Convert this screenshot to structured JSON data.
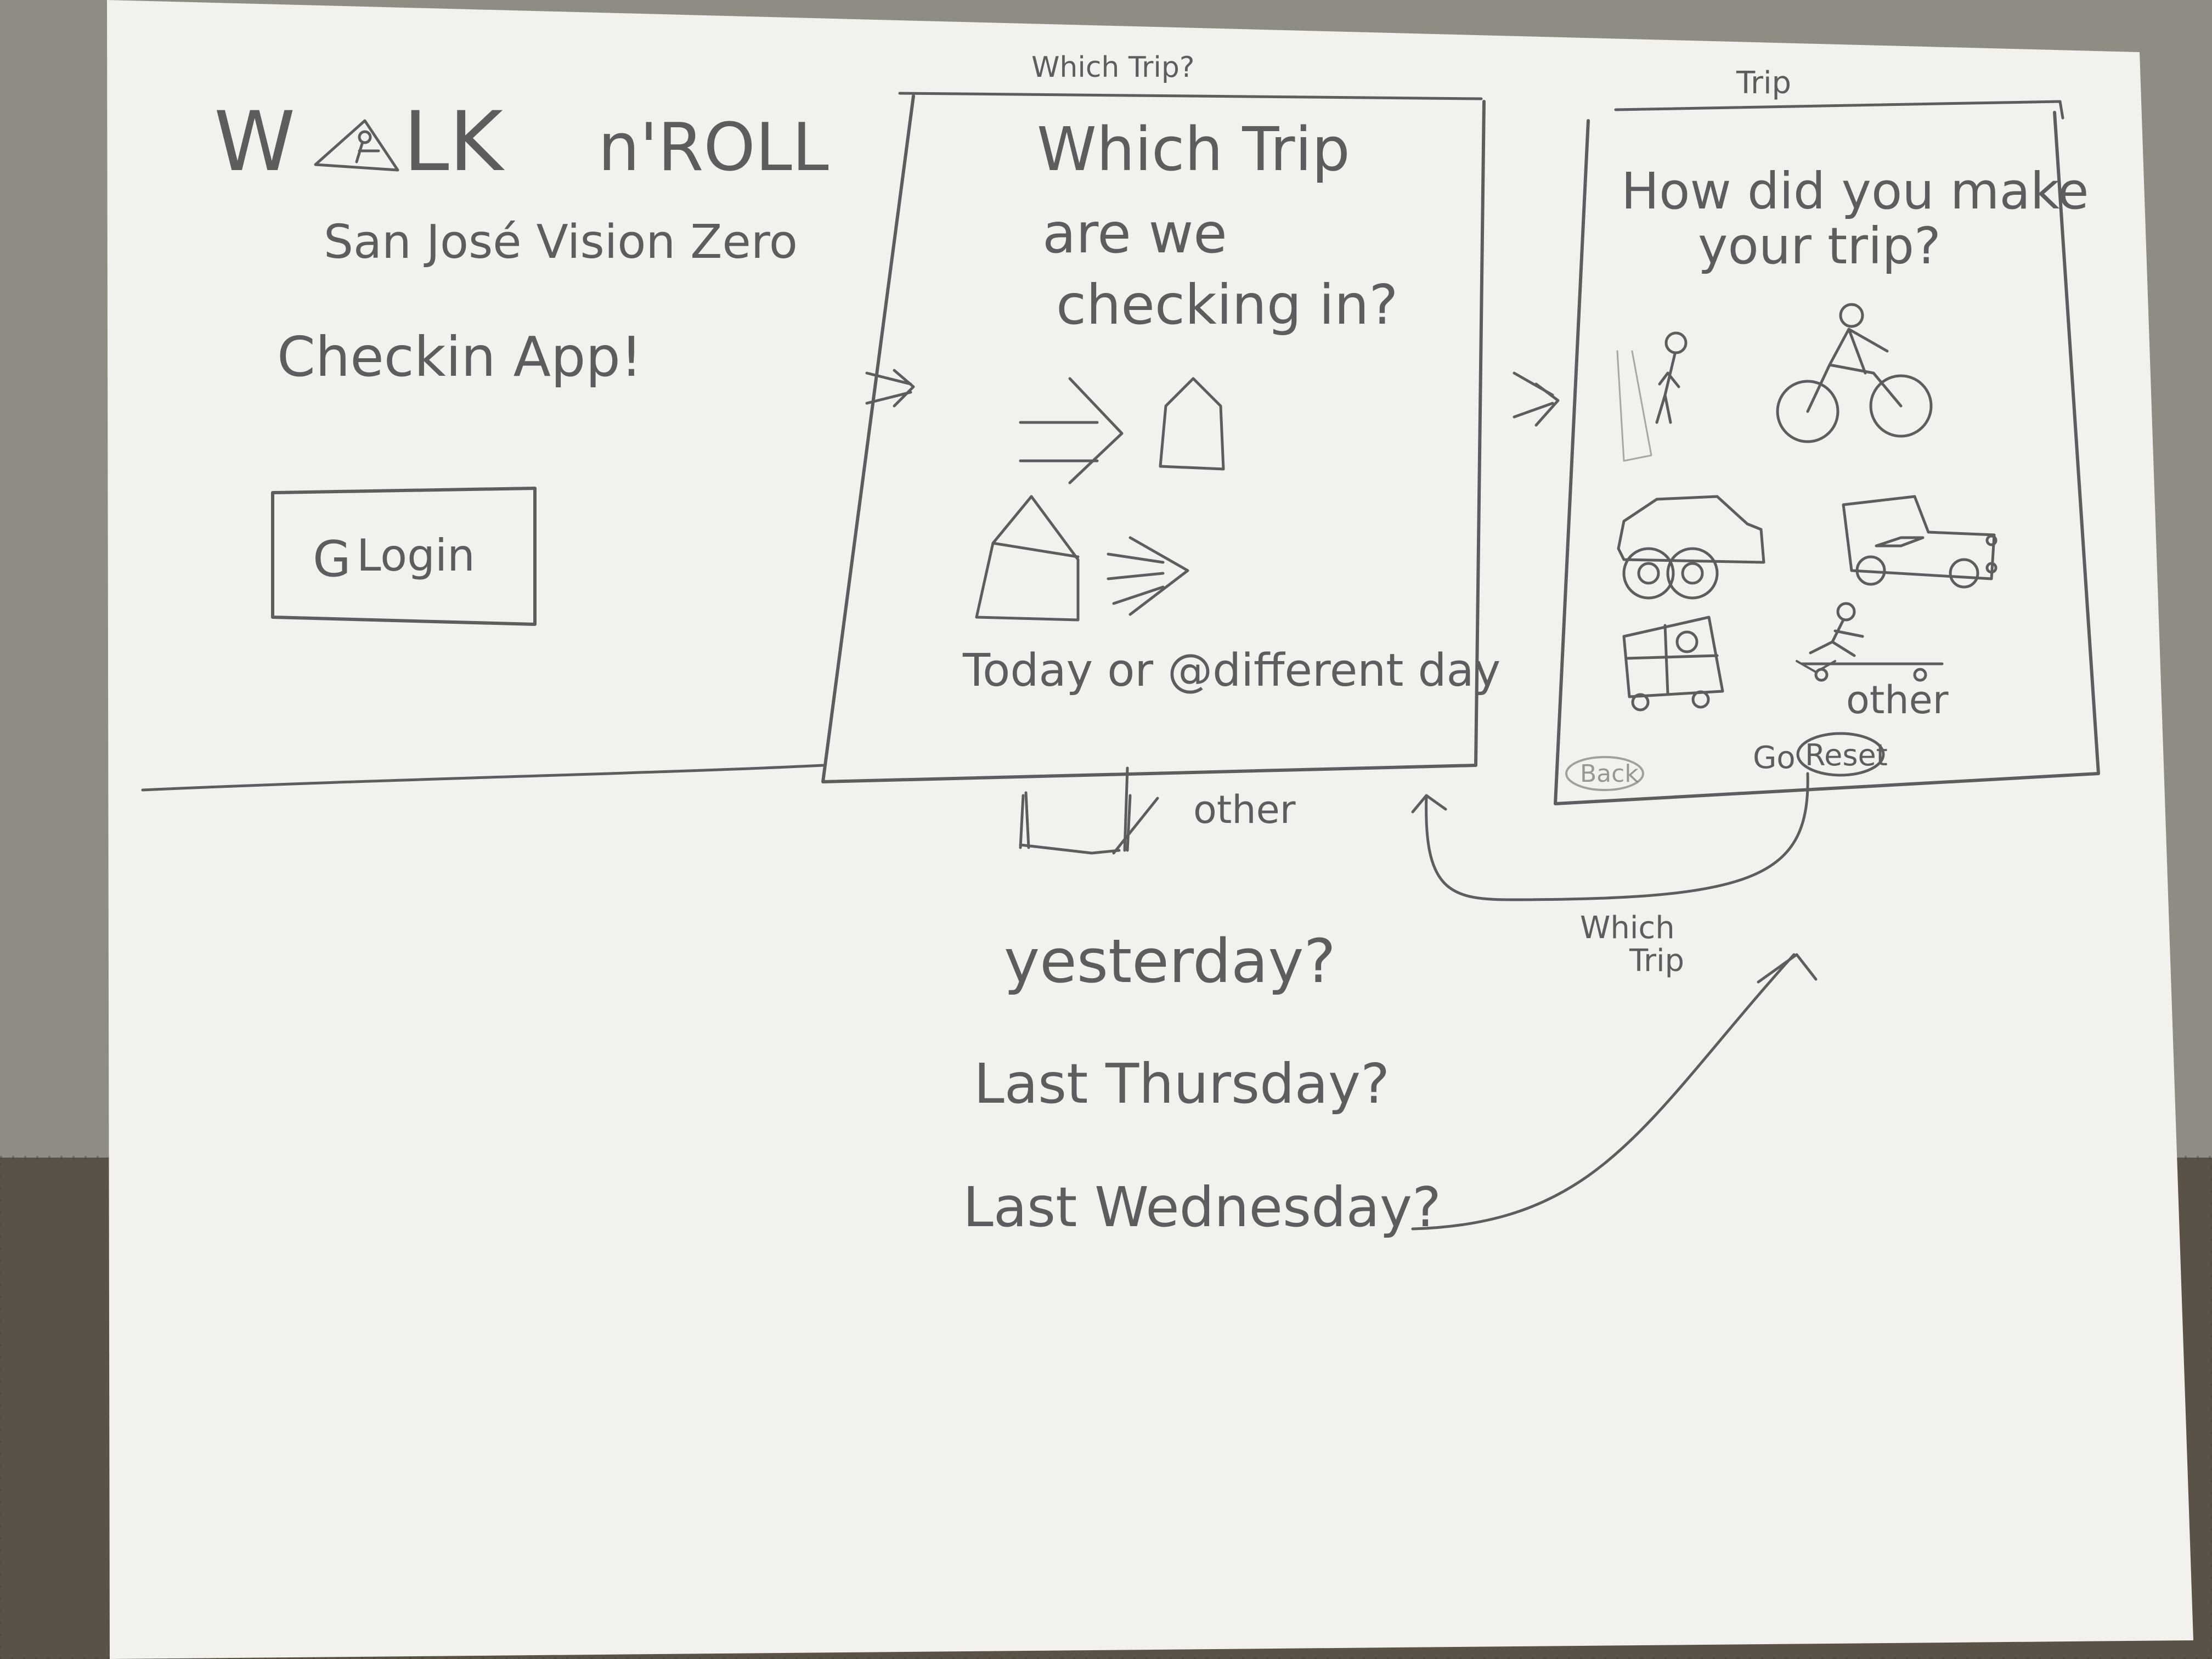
{
  "login_screen": {
    "title_walk_pre": "W",
    "title_walk_post": "LK",
    "title_roll": "n'ROLL",
    "subtitle": "San José Vision Zero",
    "tagline": "Checkin App!",
    "login_label": "Login",
    "google_glyph": "G"
  },
  "which_trip_screen": {
    "tab_label": "Which Trip?",
    "heading_line1": "Which Trip",
    "heading_line2": "are   we",
    "heading_line3": "checking in?",
    "day_text": "Today or @different day",
    "other_label": "other",
    "day_options": [
      "yesterday?",
      "Last Thursday?",
      "Last Wednesday?"
    ]
  },
  "trip_screen": {
    "tab_label": "Trip",
    "heading_line1": "How did you make",
    "heading_line2": "your   trip?",
    "modes": [
      "walk-icon",
      "bike-icon",
      "car-icon",
      "truck-icon",
      "bus-icon",
      "skateboard-icon"
    ],
    "other_label": "other",
    "back_label": "Back",
    "go_label": "Go",
    "reset_label": "Reset"
  },
  "flow": {
    "back_arrow_label_line1": "Which",
    "back_arrow_label_line2": "Trip"
  },
  "colors": {
    "paper": "#f3f1ee",
    "pencil": "#5d5d5d",
    "background": "#8e8b82"
  }
}
